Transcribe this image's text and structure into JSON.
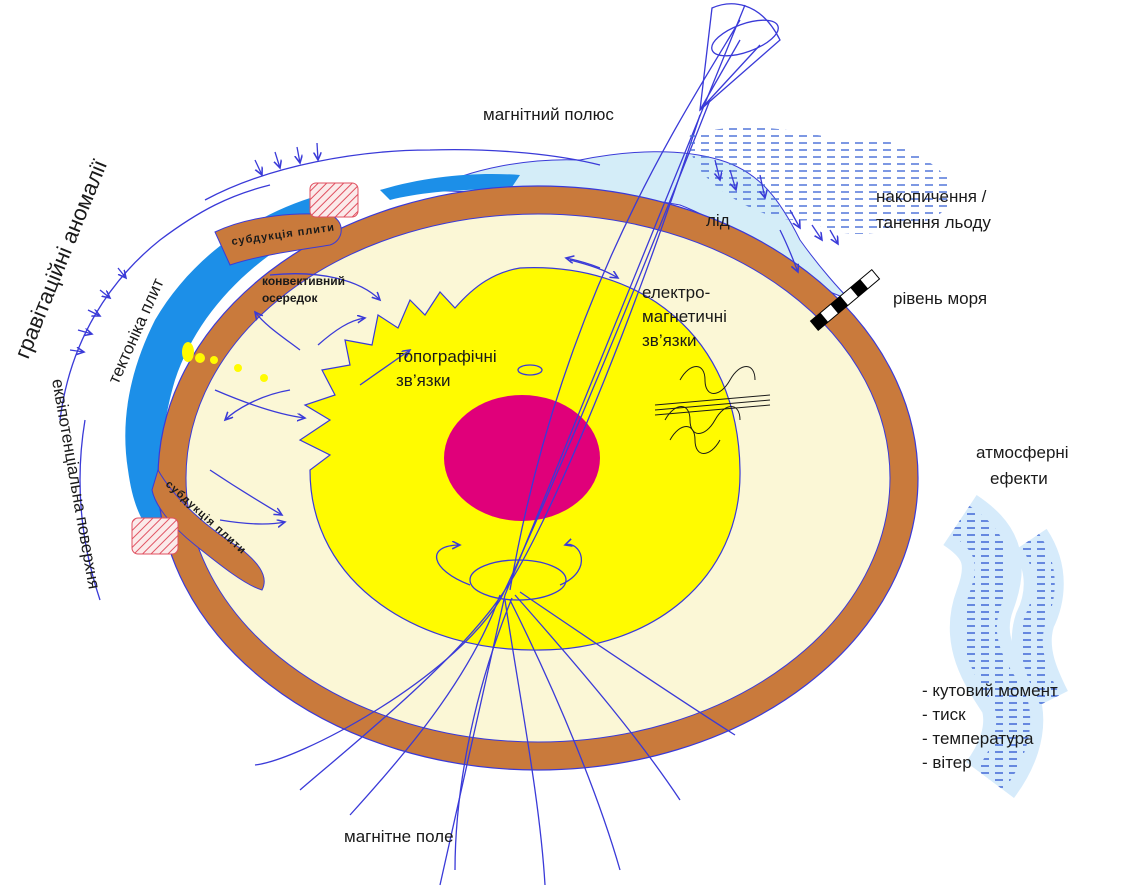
{
  "labels": {
    "magnetic_pole": "магнітний полюс",
    "ice": "лід",
    "ice_change_line1": "накопичення /",
    "ice_change_line2": "танення льоду",
    "sea_level": "рівень моря",
    "electromagnetic_line1": "електро-",
    "electromagnetic_line2": "магнетичні",
    "electromagnetic_line3": "зв’язки",
    "topographic_line1": "топографічні",
    "topographic_line2": "зв’язки",
    "convective_line1": "конвективний",
    "convective_line2": "осередок",
    "subduction_top": "субдукція плити",
    "subduction_bottom": "субдукція плити",
    "gravity_anomalies": "гравітаційні аномалії",
    "plate_tectonics": "тектоніка плит",
    "equipotential_surface": "еквіпотенціальна поверхня",
    "atmospheric_line1": "атмосферні",
    "atmospheric_line2": "ефекти",
    "atm_list": [
      "- кутовий момент",
      "- тиск",
      "- температура",
      "- вітер"
    ],
    "magnetic_field": "магнітне поле"
  },
  "colors": {
    "crust": "#c97a3c",
    "mantle": "#fbf7d6",
    "outer_core": "#fffb00",
    "inner_core": "#e0007a",
    "ocean": "#1c8fe8",
    "ice": "#d4edf8",
    "field_lines": "#3a3ad8",
    "hatch": "#e05060"
  }
}
